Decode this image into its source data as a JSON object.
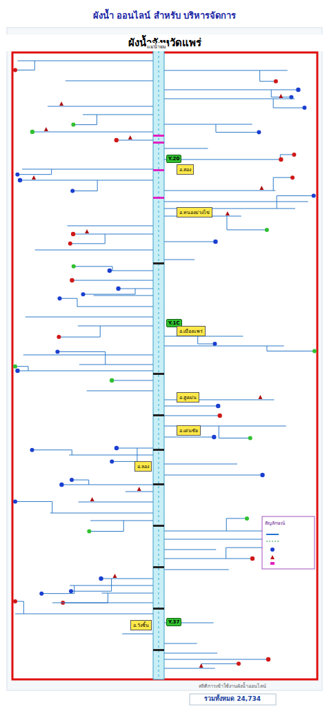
{
  "diagram": {
    "title": "ผังน้ำ ออนไลน์ สำหรับ บริหารจัดการ",
    "nodes": [
      {
        "text": [
          "Y.20"
        ]
      },
      {
        "text": [
          "อ.สอง"
        ]
      },
      {
        "text": [
          "อ.หนองม่วงไข่"
        ]
      },
      {
        "text": [
          "Y.1C"
        ]
      },
      {
        "text": [
          "อ.เมืองแพร่"
        ]
      },
      {
        "text": [
          "อ.สูงเม่น"
        ]
      },
      {
        "text": [
          "อ.เด่นชัย"
        ]
      },
      {
        "text": [
          "อ.ลอง"
        ]
      },
      {
        "text": [
          "Y.37"
        ]
      },
      {
        "text": [
          "อ.วังชิ้น"
        ]
      },
      {
        "text": [
          "สถิติการเข้าใช้งานผังน้ำออนไลน์",
          "รวมทั้งหมด  24,734"
        ]
      }
    ],
    "labels": [
      "ผังน้ำจังหวัดแพร่",
      "แม่น้ำยม",
      "สัญลักษณ์"
    ]
  }
}
